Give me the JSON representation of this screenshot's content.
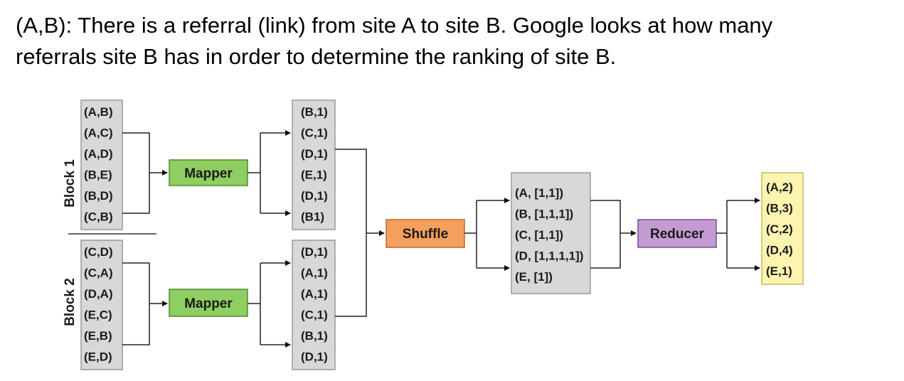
{
  "caption": {
    "line1": "(A,B): There is a referral (link) from site A to site B. Google looks at how many",
    "line2": "referrals site B has in order to determine the ranking of site B."
  },
  "blocks": {
    "block1_label": "Block 1",
    "block2_label": "Block 2",
    "block1_items": [
      "(A,B)",
      "(A,C)",
      "(A,D)",
      "(B,E)",
      "(B,D)",
      "(C,B)"
    ],
    "block2_items": [
      "(C,D)",
      "(C,A)",
      "(D,A)",
      "(E,C)",
      "(E,B)",
      "(E,D)"
    ]
  },
  "mapper": {
    "label": "Mapper"
  },
  "map_output_1": [
    "(B,1)",
    "(C,1)",
    "(D,1)",
    "(E,1)",
    "(D,1)",
    "(B1)"
  ],
  "map_output_2": [
    "(D,1)",
    "(A,1)",
    "(A,1)",
    "(C,1)",
    "(B,1)",
    "(D,1)"
  ],
  "shuffle": {
    "label": "Shuffle"
  },
  "shuffle_output": [
    "(A, [1,1])",
    "(B, [1,1,1])",
    "(C, [1,1])",
    "(D, [1,1,1,1])",
    "(E, [1])"
  ],
  "reducer": {
    "label": "Reducer"
  },
  "reduce_output": [
    "(A,2)",
    "(B,3)",
    "(C,2)",
    "(D,4)",
    "(E,1)"
  ],
  "colors": {
    "mapper": "#8fce60",
    "shuffle": "#f4a05c",
    "reducer": "#c39bd3",
    "list_box": "#d8d8d8",
    "result_box": "#fdf4b0"
  }
}
